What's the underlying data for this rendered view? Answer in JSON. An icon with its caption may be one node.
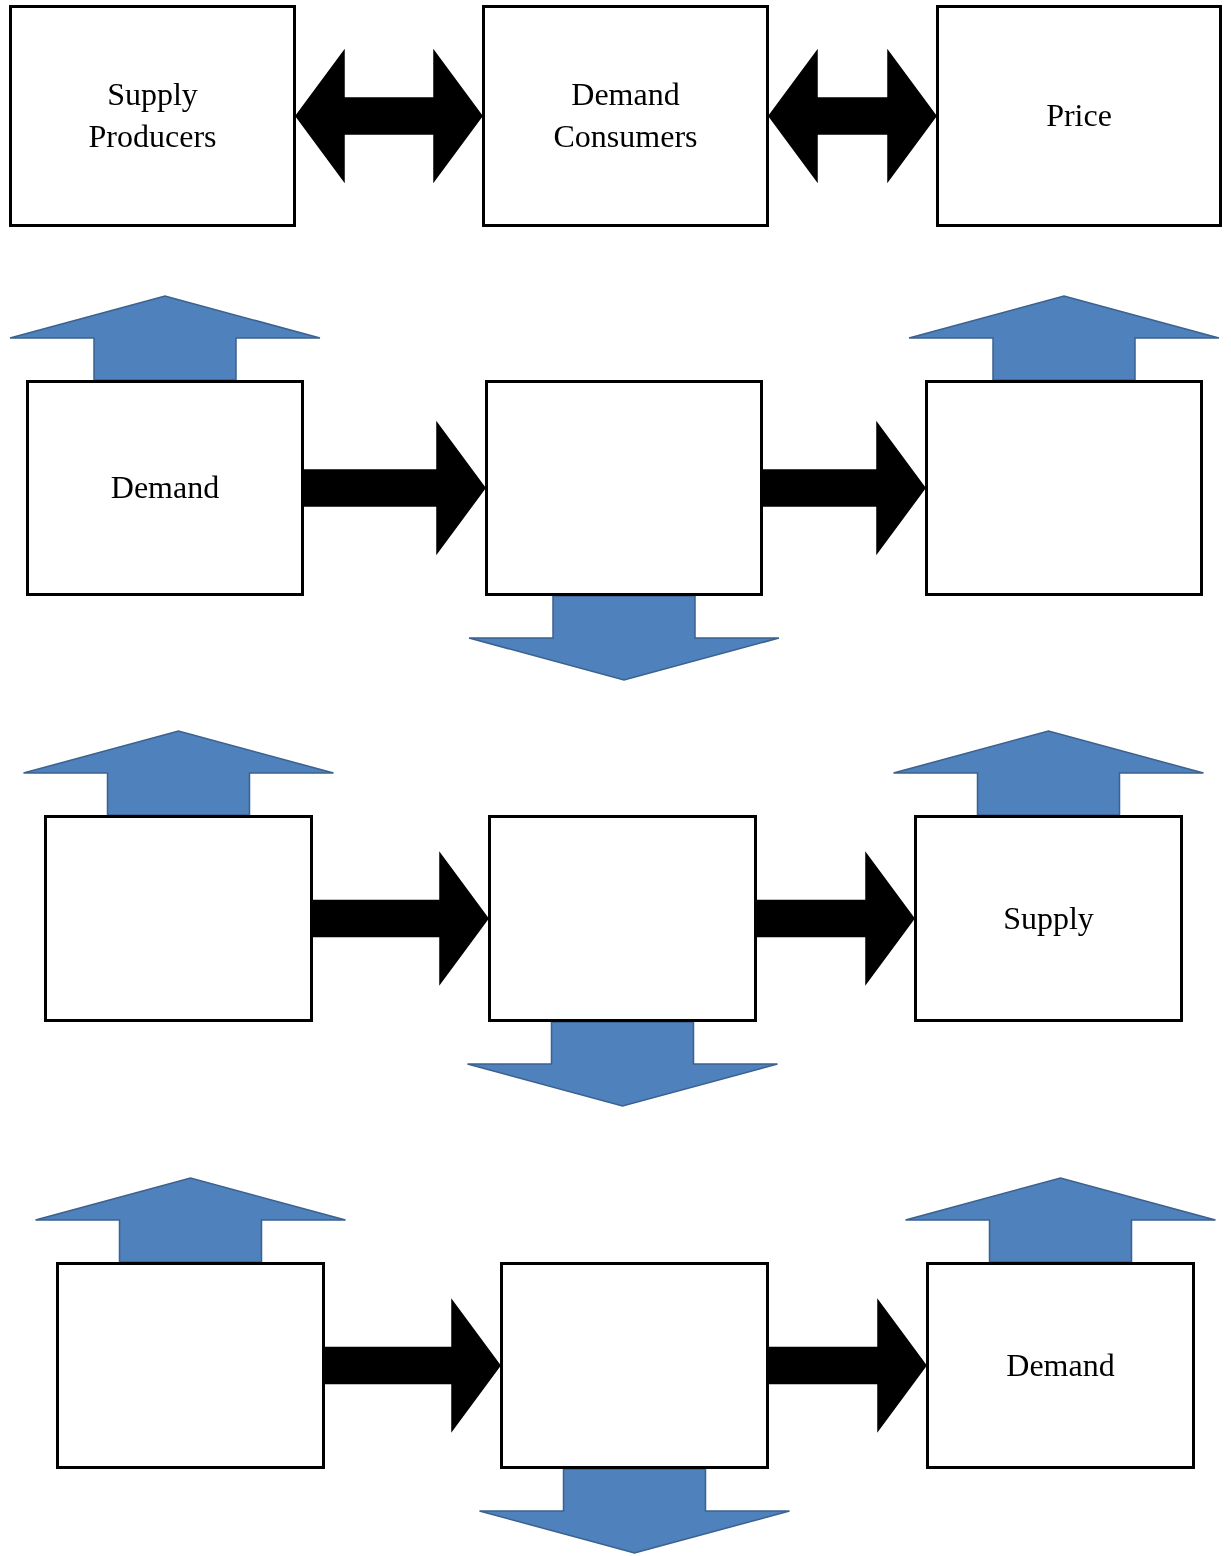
{
  "diagram": {
    "nodes": [
      {
        "text": [
          "Supply Producers"
        ]
      },
      {
        "text": [
          "Demand Consumers"
        ]
      },
      {
        "text": [
          "Price"
        ]
      },
      {
        "text": [
          "Demand"
        ]
      },
      {
        "text": [],
        "shape": "box"
      },
      {
        "text": [],
        "shape": "box"
      },
      {
        "text": [],
        "shape": "box"
      },
      {
        "text": [],
        "shape": "box"
      },
      {
        "text": [
          "Supply"
        ]
      },
      {
        "text": [],
        "shape": "box"
      },
      {
        "text": [],
        "shape": "box"
      },
      {
        "text": [
          "Demand"
        ]
      }
    ],
    "edges": [
      {
        "from": 0,
        "to": 1,
        "arrow": "both"
      },
      {
        "from": 1,
        "to": 2,
        "arrow": "both"
      },
      {
        "from": 3,
        "to": 4,
        "arrow": "to"
      },
      {
        "from": 4,
        "to": 5,
        "arrow": "to"
      },
      {
        "from": 6,
        "to": 7,
        "arrow": "to"
      },
      {
        "from": 7,
        "to": 8,
        "arrow": "to"
      },
      {
        "from": 9,
        "to": 10,
        "arrow": "to"
      },
      {
        "from": 10,
        "to": 11,
        "arrow": "to"
      },
      {
        "from": 3,
        "to": null,
        "arrow": "to",
        "color": "#4f81bd"
      },
      {
        "from": 4,
        "to": null,
        "arrow": "to",
        "color": "#4f81bd"
      },
      {
        "from": 5,
        "to": null,
        "arrow": "to",
        "color": "#4f81bd"
      },
      {
        "from": 6,
        "to": null,
        "arrow": "to",
        "color": "#4f81bd"
      },
      {
        "from": 7,
        "to": null,
        "arrow": "to",
        "color": "#4f81bd"
      },
      {
        "from": 8,
        "to": null,
        "arrow": "to",
        "color": "#4f81bd"
      },
      {
        "from": 9,
        "to": null,
        "arrow": "to",
        "color": "#4f81bd"
      },
      {
        "from": 10,
        "to": null,
        "arrow": "to",
        "color": "#4f81bd"
      },
      {
        "from": 11,
        "to": null,
        "arrow": "to",
        "color": "#4f81bd"
      }
    ]
  }
}
